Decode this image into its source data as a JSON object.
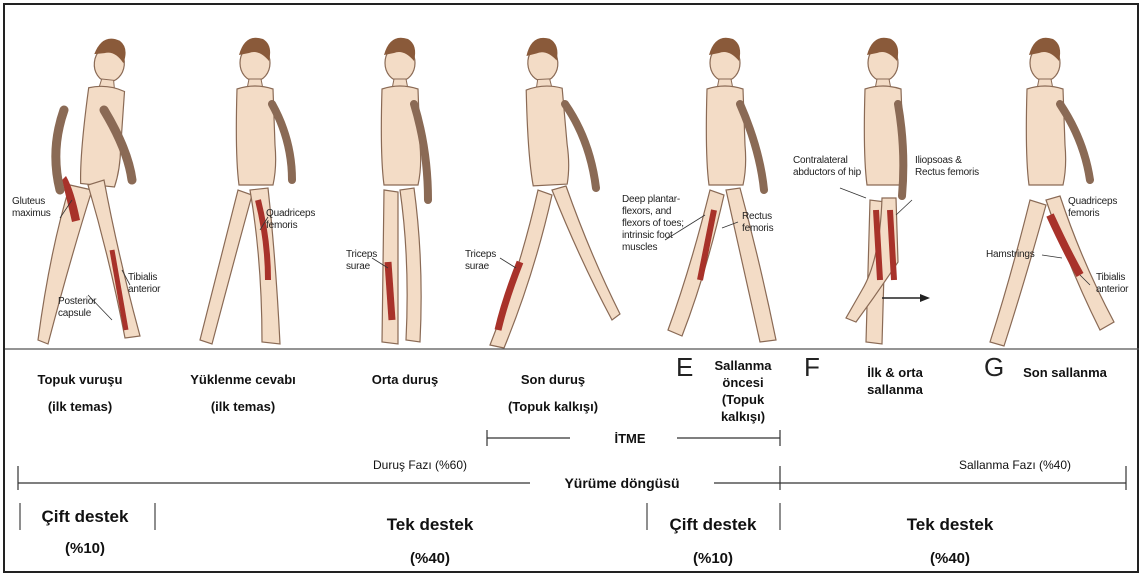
{
  "phases": [
    {
      "name": "Topuk vuruşu",
      "sub": "(ilk temas)"
    },
    {
      "name": "Yüklenme cevabı",
      "sub": "(ilk temas)"
    },
    {
      "name": "Orta duruş",
      "sub": ""
    },
    {
      "name": "Son duruş",
      "sub": "(Topuk kalkışı)"
    },
    {
      "name": "Sallanma öncesi",
      "sub": "(Topuk kalkışı)"
    },
    {
      "name": "İlk & orta sallanma",
      "sub": ""
    },
    {
      "name": "Son sallanma",
      "sub": ""
    }
  ],
  "letters": {
    "e": "E",
    "f": "F",
    "g": "G"
  },
  "muscles": {
    "gluteus": "Gluteus maximus",
    "posterior": "Posterior capsule",
    "tibialis1": "Tibialis anterior",
    "quadriceps1": "Quadriceps femoris",
    "triceps1": "Triceps surae",
    "triceps2": "Triceps surae",
    "deep": "Deep plantar-flexors, and flexors of toes; intrinsic foot muscles",
    "rectus": "Rectus femoris",
    "contralateral": "Contralateral abductors of hip",
    "iliopsoas": "Iliopsoas & Rectus femoris",
    "quadriceps2": "Quadriceps femoris",
    "hamstrings": "Hamstrings",
    "tibialis2": "Tibialis anterior"
  },
  "brackets": {
    "itme": "İTME",
    "stance": "Duruş Fazı (%60)",
    "swing": "Sallanma Fazı (%40)",
    "cycle": "Yürüme döngüsü"
  },
  "support": {
    "double1": "Çift destek",
    "double1_pct": "(%10)",
    "single1": "Tek destek",
    "single1_pct": "(%40)",
    "double2": "Çift destek",
    "double2_pct": "(%10)",
    "single2": "Tek destek",
    "single2_pct": "(%40)"
  },
  "colors": {
    "skin": "#f3dcc6",
    "outline": "#8a6a55",
    "hair": "#8a5a3a",
    "muscle": "#a8322a",
    "bone": "#e4e4e4"
  }
}
